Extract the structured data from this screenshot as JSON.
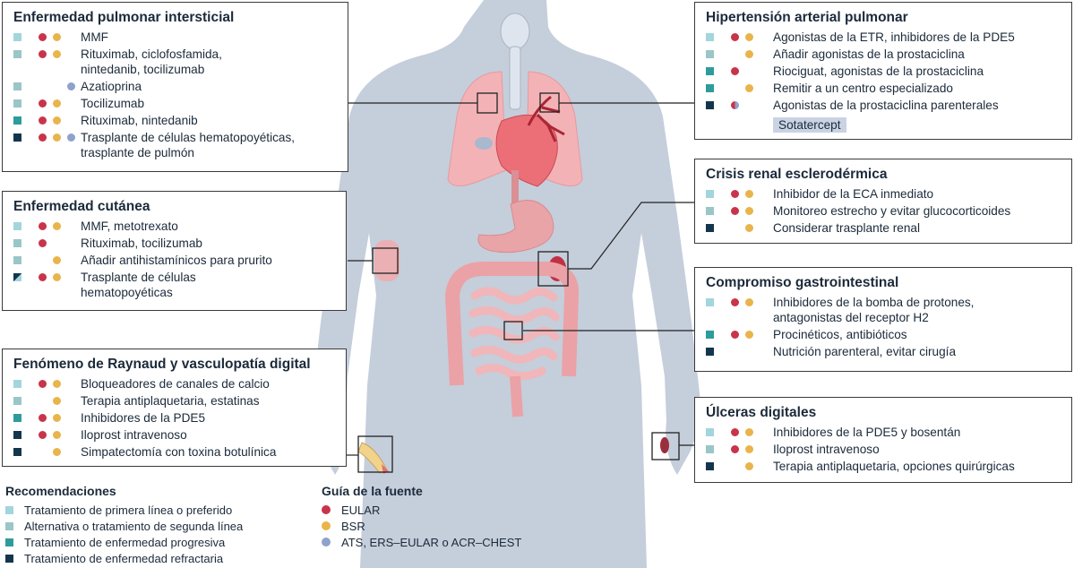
{
  "colors": {
    "first_line": "#a3d5dc",
    "second_line": "#9ac6c7",
    "progressive": "#2e9c9d",
    "refractory": "#14364d",
    "eular": "#c8344a",
    "bsr": "#e9b44c",
    "ats": "#8ea2cc",
    "body": "#c5cedb",
    "organ": "#f0a0a5"
  },
  "boxes": {
    "ild": {
      "title": "Enfermedad pulmonar intersticial",
      "items": [
        {
          "text": "MMF",
          "sq": "first_line",
          "dots": [
            "eular",
            "bsr"
          ]
        },
        {
          "text": "Rituximab, ciclofosfamida,\nnintedanib, tocilizumab",
          "sq": "second_line",
          "dots": [
            "eular",
            "bsr"
          ]
        },
        {
          "text": "Azatioprina",
          "sq": "second_line",
          "dots": [
            "ats"
          ]
        },
        {
          "text": "Tocilizumab",
          "sq": "second_line",
          "dots": [
            "eular",
            "bsr"
          ]
        },
        {
          "text": "Rituximab, nintedanib",
          "sq": "progressive",
          "dots": [
            "eular",
            "bsr"
          ]
        },
        {
          "text": "Trasplante de células hematopoyéticas,\ntrasplante de pulmón",
          "sq": "refractory",
          "dots": [
            "eular",
            "bsr",
            "ats"
          ]
        }
      ]
    },
    "skin": {
      "title": "Enfermedad cutánea",
      "items": [
        {
          "text": "MMF, metotrexato",
          "sq": "first_line",
          "dots": [
            "eular",
            "bsr"
          ]
        },
        {
          "text": "Rituximab, tocilizumab",
          "sq": "second_line",
          "dots": [
            "eular"
          ]
        },
        {
          "text": "Añadir antihistamínicos para prurito",
          "sq": "second_line",
          "dots": [
            "bsr"
          ]
        },
        {
          "text": "Trasplante de células\nhematopoyéticas",
          "sq": "split",
          "dots": [
            "eular",
            "bsr"
          ]
        }
      ]
    },
    "raynaud": {
      "title": "Fenómeno de Raynaud y vasculopatía digital",
      "items": [
        {
          "text": "Bloqueadores de canales de calcio",
          "sq": "first_line",
          "dots": [
            "eular",
            "bsr"
          ]
        },
        {
          "text": "Terapia antiplaquetaria, estatinas",
          "sq": "second_line",
          "dots": [
            "bsr"
          ]
        },
        {
          "text": "Inhibidores de la PDE5",
          "sq": "progressive",
          "dots": [
            "eular",
            "bsr"
          ]
        },
        {
          "text": "Iloprost intravenoso",
          "sq": "refractory",
          "dots": [
            "eular",
            "bsr"
          ]
        },
        {
          "text": "Simpatectomía con toxina botulínica",
          "sq": "refractory",
          "dots": [
            "bsr"
          ]
        }
      ]
    },
    "pah": {
      "title": "Hipertensión arterial pulmonar",
      "items": [
        {
          "text": "Agonistas de la ETR, inhibidores de la PDE5",
          "sq": "first_line",
          "dots": [
            "eular",
            "bsr"
          ]
        },
        {
          "text": "Añadir agonistas de la prostaciclina",
          "sq": "second_line",
          "dots": [
            "bsr"
          ]
        },
        {
          "text": "Riociguat, agonistas de la prostaciclina",
          "sq": "progressive",
          "dots": [
            "eular"
          ]
        },
        {
          "text": "Remitir a un centro especializado",
          "sq": "progressive",
          "dots": [
            "bsr"
          ]
        },
        {
          "text": "Agonistas de la prostaciclina parenterales",
          "sq": "refractory",
          "dots": [
            "mixed"
          ]
        }
      ],
      "tag": "Sotatercept"
    },
    "renal": {
      "title": "Crisis renal esclerodérmica",
      "items": [
        {
          "text": "Inhibidor de la ECA inmediato",
          "sq": "first_line",
          "dots": [
            "eular",
            "bsr"
          ]
        },
        {
          "text": "Monitoreo estrecho y evitar glucocorticoides",
          "sq": "second_line",
          "dots": [
            "eular",
            "bsr"
          ]
        },
        {
          "text": "Considerar trasplante renal",
          "sq": "refractory",
          "dots": [
            "bsr"
          ]
        }
      ]
    },
    "gi": {
      "title": "Compromiso gastrointestinal",
      "items": [
        {
          "text": "Inhibidores de la bomba de protones,\nantagonistas del receptor H2",
          "sq": "first_line",
          "dots": [
            "eular",
            "bsr"
          ]
        },
        {
          "text": "Procinéticos, antibióticos",
          "sq": "progressive",
          "dots": [
            "eular",
            "bsr"
          ]
        },
        {
          "text": "Nutrición parenteral, evitar cirugía",
          "sq": "refractory",
          "dots": []
        }
      ]
    },
    "ulcers": {
      "title": "Úlceras digitales",
      "items": [
        {
          "text": "Inhibidores de la PDE5 y bosentán",
          "sq": "first_line",
          "dots": [
            "eular",
            "bsr"
          ]
        },
        {
          "text": "Iloprost intravenoso",
          "sq": "second_line",
          "dots": [
            "eular",
            "bsr"
          ]
        },
        {
          "text": "Terapia antiplaquetaria, opciones quirúrgicas",
          "sq": "refractory",
          "dots": [
            "bsr"
          ]
        }
      ]
    }
  },
  "legend": {
    "recommendations_title": "Recomendaciones",
    "recommendations": [
      {
        "label": "Tratamiento de primera línea o preferido",
        "color": "first_line"
      },
      {
        "label": "Alternativa o tratamiento de segunda línea",
        "color": "second_line"
      },
      {
        "label": "Tratamiento de enfermedad progresiva",
        "color": "progressive"
      },
      {
        "label": "Tratamiento de enfermedad refractaria",
        "color": "refractory"
      }
    ],
    "sources_title": "Guía de la fuente",
    "sources": [
      {
        "label": "EULAR",
        "color": "eular"
      },
      {
        "label": "BSR",
        "color": "bsr"
      },
      {
        "label": "ATS, ERS–EULAR o ACR–CHEST",
        "color": "ats"
      }
    ]
  }
}
